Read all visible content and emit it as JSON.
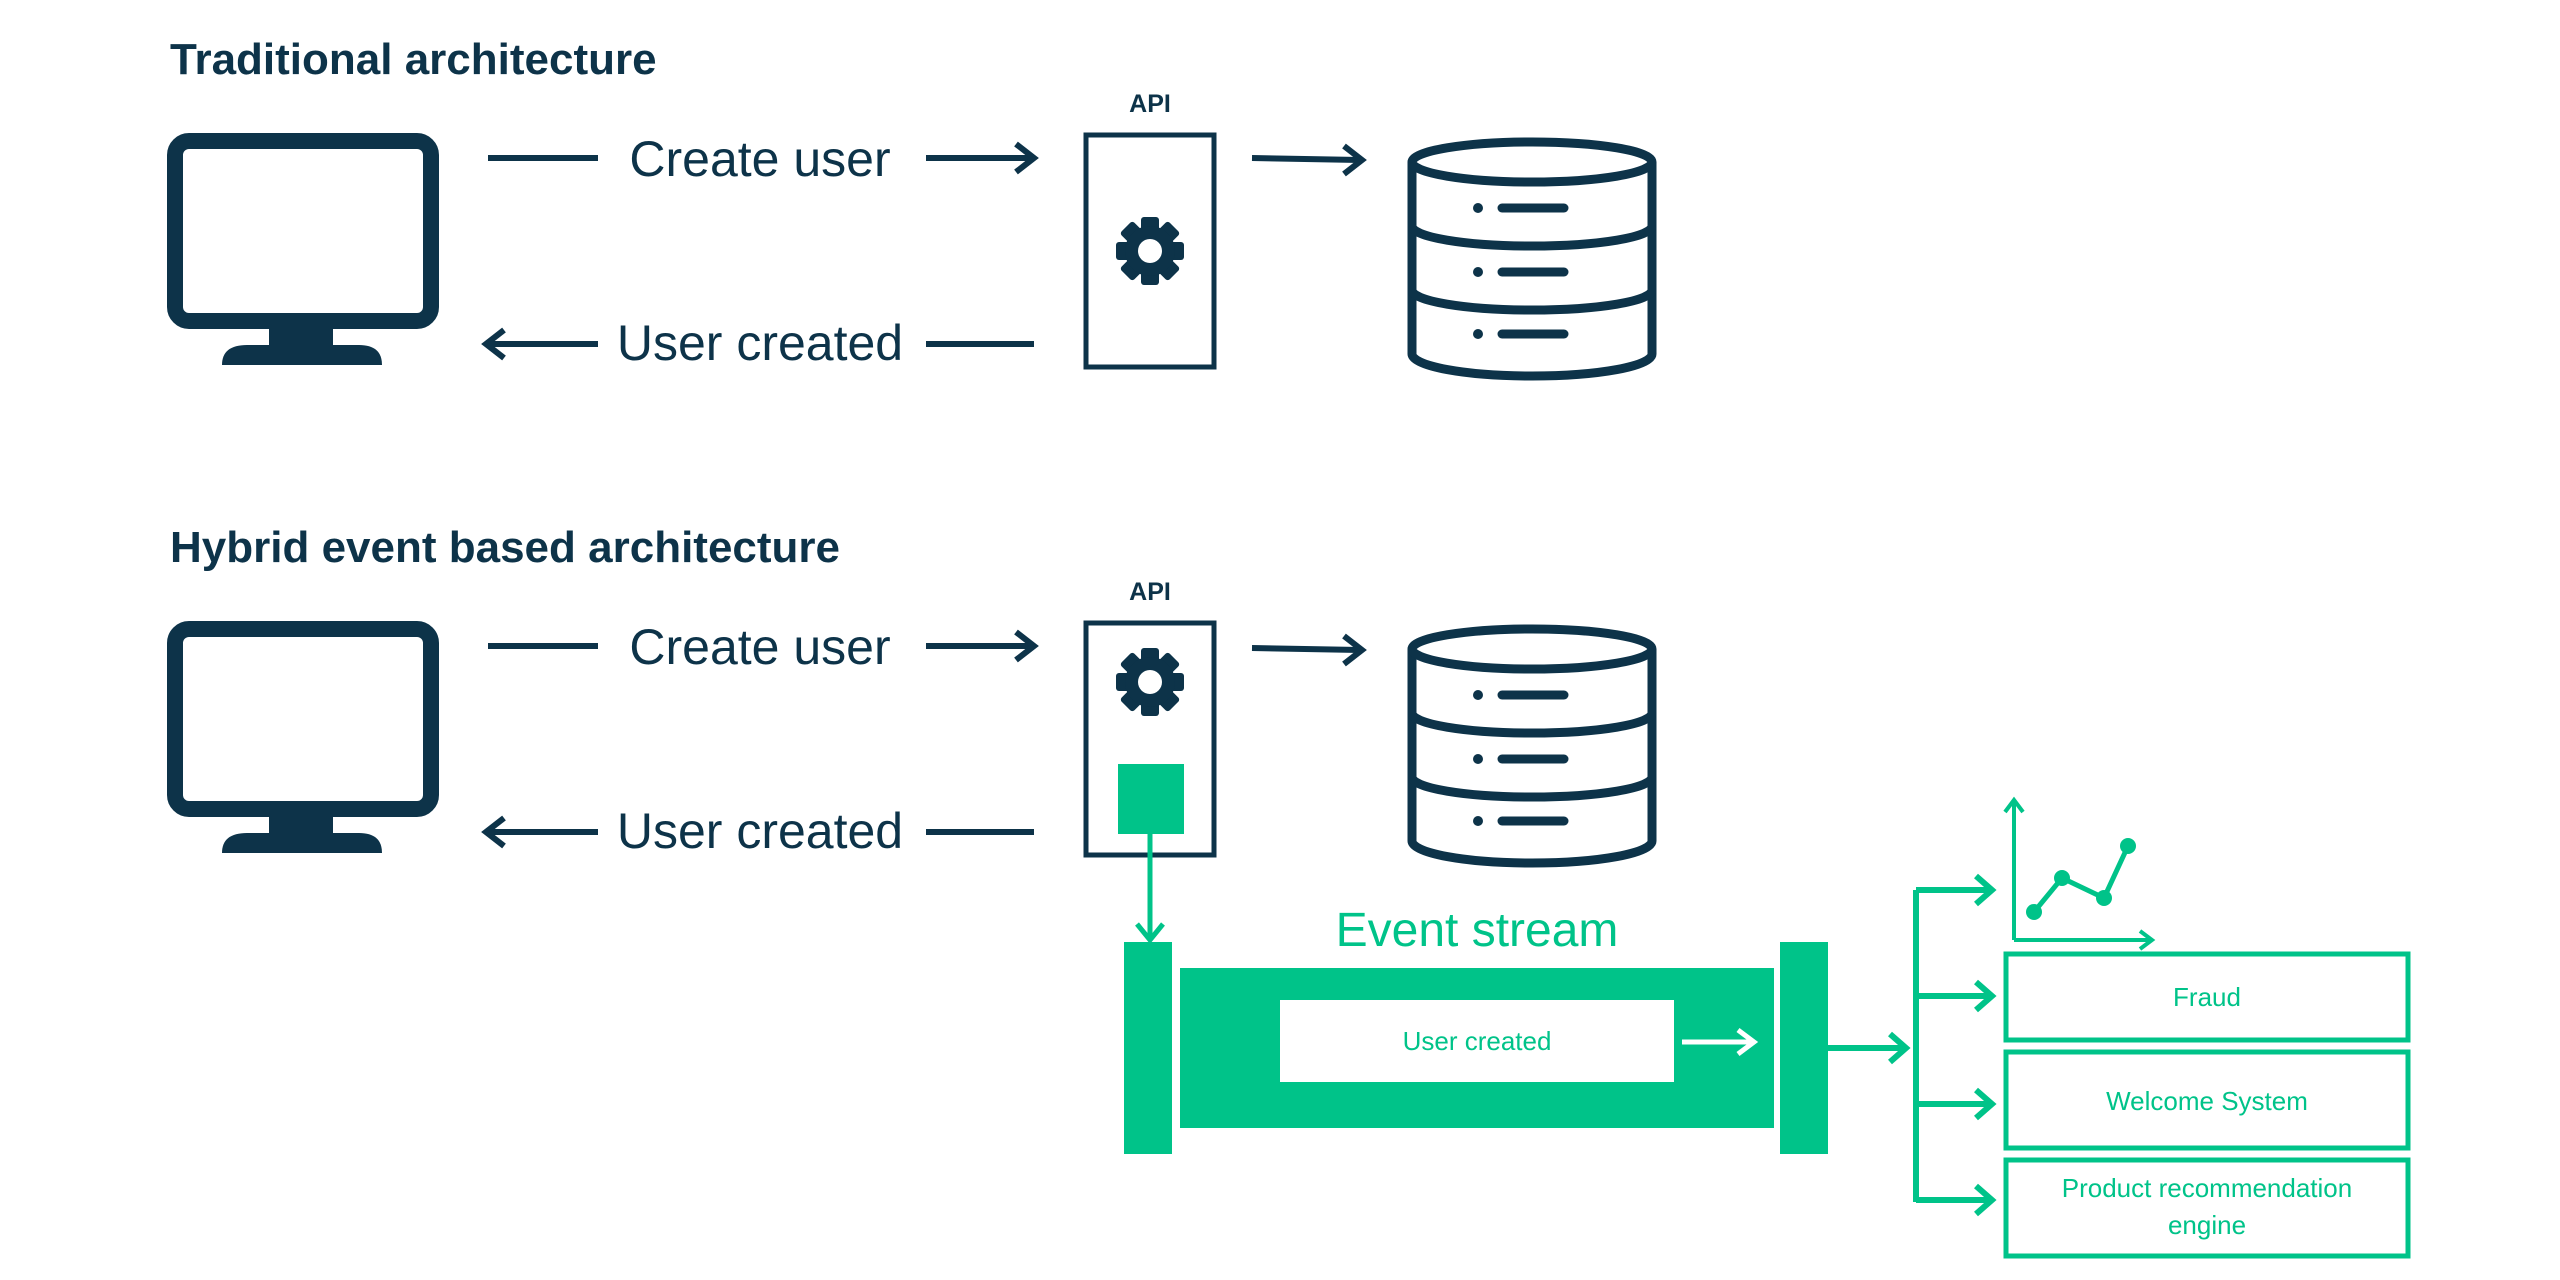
{
  "traditional": {
    "title": "Traditional architecture",
    "request_label": "Create user",
    "response_label": "User created",
    "api_label": "API"
  },
  "hybrid": {
    "title": "Hybrid event based architecture",
    "request_label": "Create user",
    "response_label": "User created",
    "api_label": "API",
    "stream_title": "Event stream",
    "event_label": "User created",
    "consumers": {
      "fraud": "Fraud",
      "welcome": "Welcome System",
      "recommendation_line1": "Product recommendation",
      "recommendation_line2": "engine"
    }
  },
  "colors": {
    "navy": "#0d3349",
    "green": "#00c389",
    "white": "#ffffff"
  },
  "icons": [
    "monitor-icon",
    "gear-icon",
    "database-icon",
    "line-chart-icon"
  ]
}
